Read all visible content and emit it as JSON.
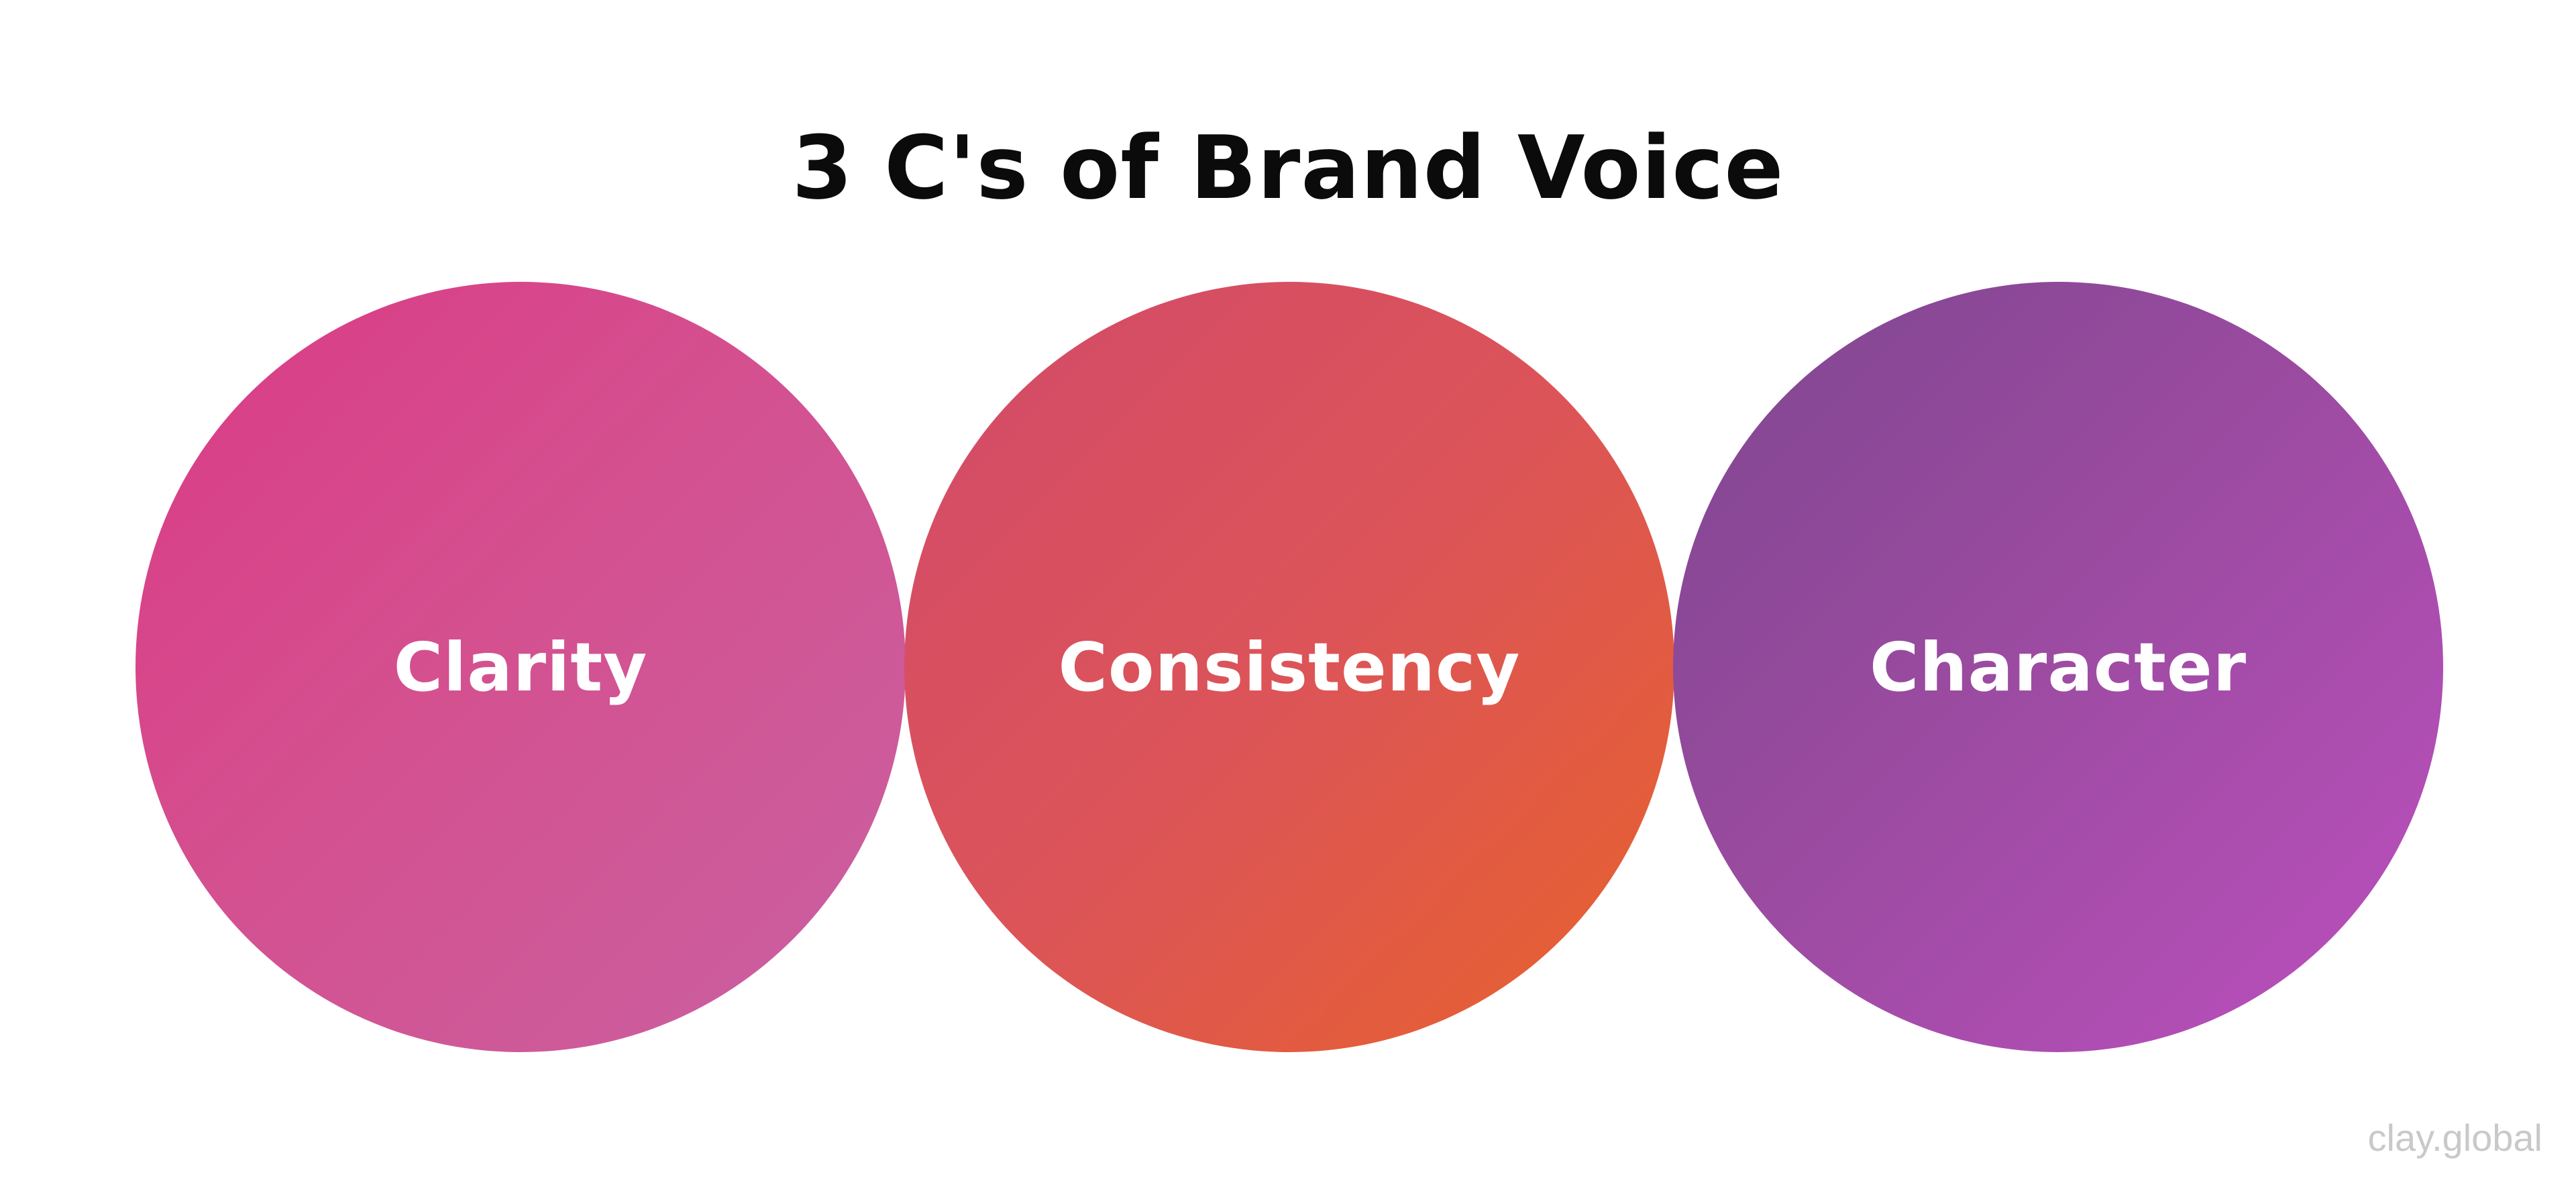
{
  "title": "3 C's of Brand Voice",
  "circles": [
    {
      "label": "Clarity",
      "colors": [
        "#db3a84",
        "#c961a2"
      ]
    },
    {
      "label": "Consistency",
      "colors": [
        "#d24a6a",
        "#e8622a"
      ]
    },
    {
      "label": "Character",
      "colors": [
        "#7e468f",
        "#bd4fbf"
      ]
    }
  ],
  "watermark": "clay.global"
}
